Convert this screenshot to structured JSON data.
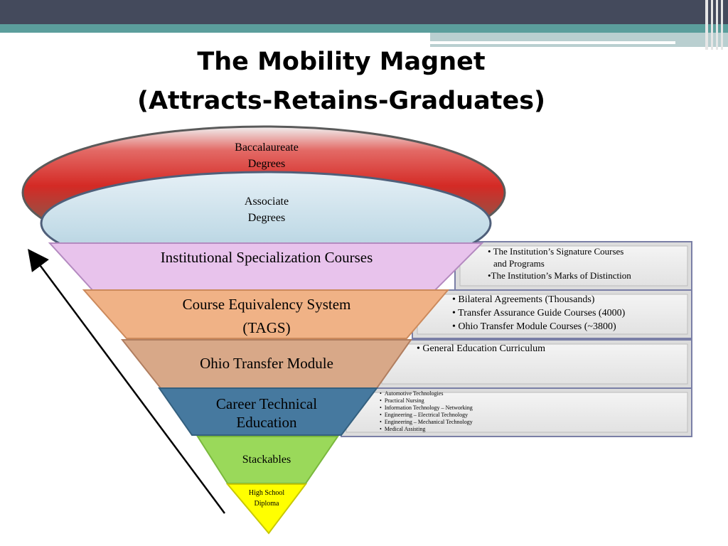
{
  "title": {
    "line1": "The Mobility Magnet",
    "line2": "(Attracts-Retains-Graduates)"
  },
  "colors": {
    "header_dark": "#444a5c",
    "header_teal": "#5b9e9c",
    "red_magnet": "#d83a34",
    "blue_magnet": "#c5dce6",
    "institutional": "#e8c3ec",
    "course_equivalency": "#f0b286",
    "ohio_module": "#d8a888",
    "career_technical": "#46799f",
    "stackables": "#9ad95a",
    "high_school": "#ffff00",
    "box_border": "#7a7fa6",
    "box_fill": "#ececec"
  },
  "funnel": {
    "magnet_outer_label": "Baccalaureate Degrees",
    "magnet_inner_label": "Associate Degrees",
    "bands": [
      {
        "id": "institutional",
        "label": "Institutional Specialization Courses"
      },
      {
        "id": "course_equivalency",
        "label_line1": "Course Equivalency System",
        "label_line2": "(TAGS)"
      },
      {
        "id": "ohio_module",
        "label": "Ohio Transfer Module"
      },
      {
        "id": "career_technical",
        "label": "Career Technical Education"
      },
      {
        "id": "stackables",
        "label": "Stackables"
      },
      {
        "id": "high_school",
        "label": "High School Diploma"
      }
    ]
  },
  "side_boxes": [
    {
      "id": "institutional",
      "items": [
        "• The Institution’s Signature Courses",
        "and Programs",
        "•The Institution’s Marks of Distinction"
      ]
    },
    {
      "id": "course_equivalency",
      "items": [
        "• Bilateral Agreements (Thousands)",
        "• Transfer Assurance Guide Courses (4000)",
        "• Ohio Transfer Module Courses (~3800)"
      ]
    },
    {
      "id": "ohio_module",
      "items": [
        "• General Education Curriculum"
      ]
    },
    {
      "id": "career_technical",
      "items": [
        "Automotive Technologies",
        "Practical Nursing",
        "Information  Technology – Networking",
        "Engineering – Electrical Technology",
        "Engineering – Mechanical Technology",
        "Medical Assisting"
      ]
    }
  ],
  "arrow": {
    "direction": "up",
    "icon": "arrow-up-icon"
  }
}
